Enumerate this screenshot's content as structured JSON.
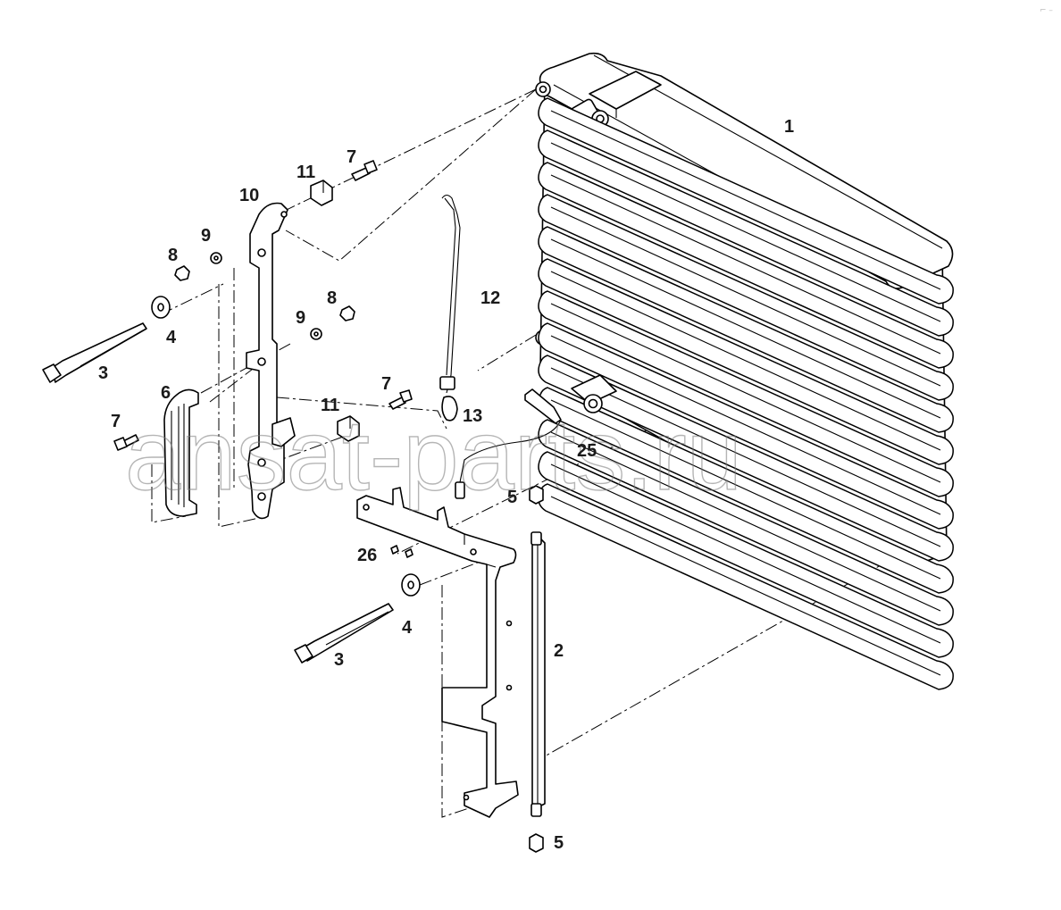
{
  "callouts": {
    "c1": "1",
    "c2": "2",
    "c3a": "3",
    "c3b": "3",
    "c4a": "4",
    "c4b": "4",
    "c5a": "5",
    "c5b": "5",
    "c6": "6",
    "c7a": "7",
    "c7b": "7",
    "c7c": "7",
    "c8a": "8",
    "c8b": "8",
    "c9a": "9",
    "c9b": "9",
    "c10": "10",
    "c11a": "11",
    "c11b": "11",
    "c12": "12",
    "c13": "13",
    "c25": "25",
    "c26": "26"
  },
  "watermark": "ansat-parts.ru",
  "corner_mark": "⌐ –",
  "colors": {
    "line": "#000000",
    "watermark": "#7a7a7a",
    "background": "#ffffff"
  }
}
